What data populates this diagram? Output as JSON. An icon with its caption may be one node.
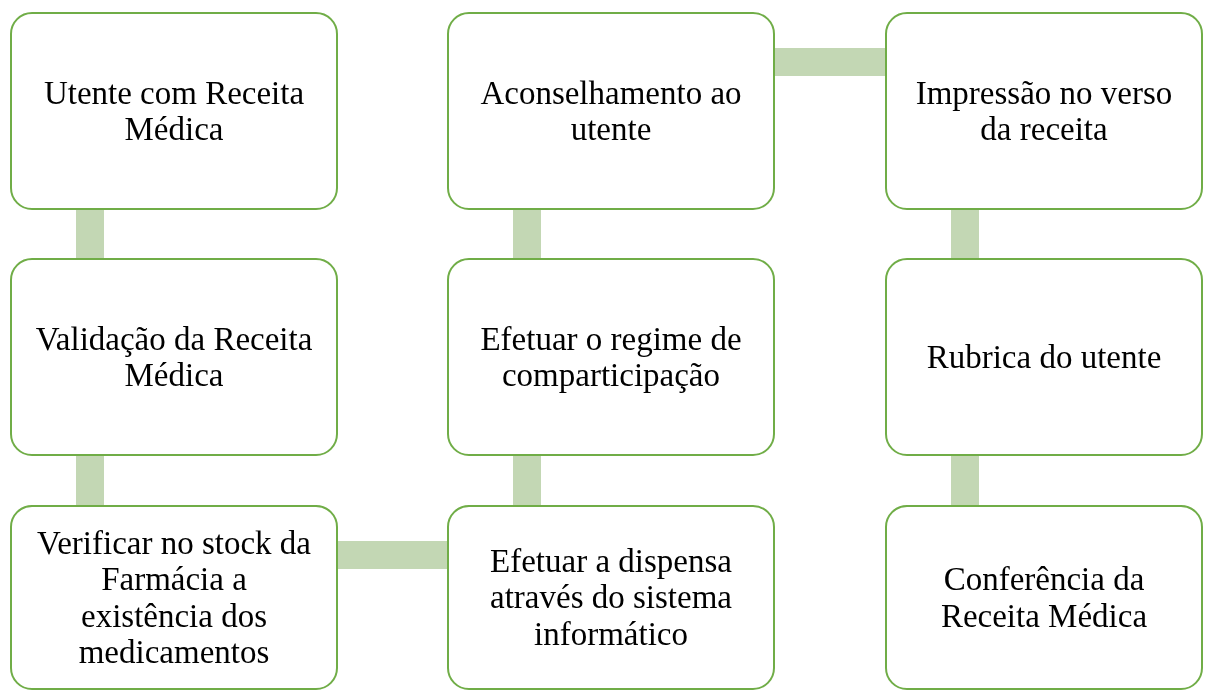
{
  "diagram": {
    "nodes": [
      {
        "text": [
          "Utente com Receita Médica"
        ]
      },
      {
        "text": [
          "Validação da Receita Médica"
        ]
      },
      {
        "text": [
          "Verificar no stock da Farmácia a existência dos medicamentos"
        ]
      },
      {
        "text": [
          "Efetuar a dispensa através do sistema informático"
        ]
      },
      {
        "text": [
          "Efetuar o regime de comparticipação"
        ]
      },
      {
        "text": [
          "Aconselhamento ao utente"
        ]
      },
      {
        "text": [
          "Impressão no verso da receita"
        ]
      },
      {
        "text": [
          "Rubrica do utente"
        ]
      },
      {
        "text": [
          "Conferência da Receita Médica"
        ]
      }
    ],
    "edges": [
      {
        "from": 0,
        "to": 1,
        "arrow": "none"
      },
      {
        "from": 1,
        "to": 2,
        "arrow": "none"
      },
      {
        "from": 2,
        "to": 3,
        "arrow": "none"
      },
      {
        "from": 3,
        "to": 4,
        "arrow": "none"
      },
      {
        "from": 4,
        "to": 5,
        "arrow": "none"
      },
      {
        "from": 5,
        "to": 6,
        "arrow": "none"
      },
      {
        "from": 6,
        "to": 7,
        "arrow": "none"
      },
      {
        "from": 7,
        "to": 8,
        "arrow": "none"
      }
    ]
  }
}
